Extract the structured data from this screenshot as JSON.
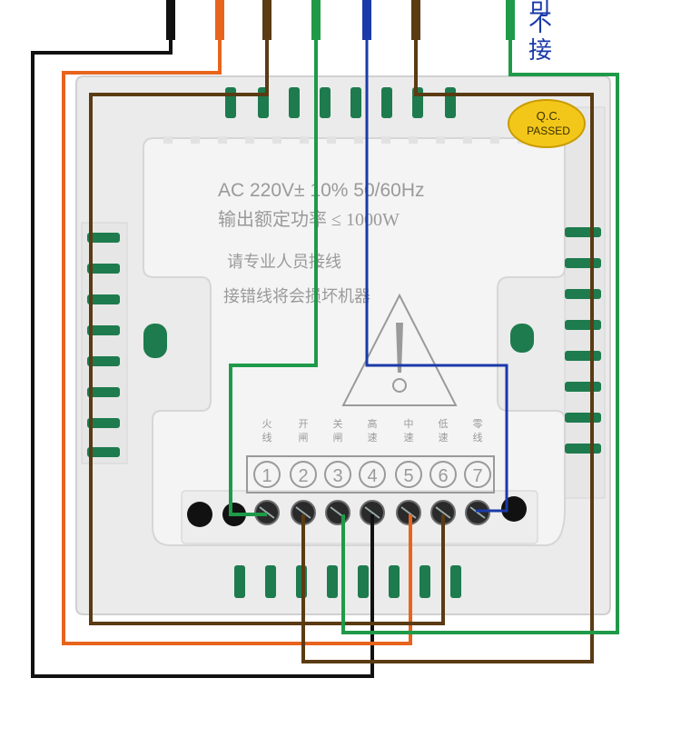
{
  "header_note": {
    "char1": "可",
    "char2": "不",
    "char3": "接",
    "color": "#1a3aa8"
  },
  "qc_badge": {
    "line1": "Q.C.",
    "line2": "PASSED",
    "fill": "#f3c71a"
  },
  "plate_text": {
    "rating_line": "AC 220V± 10% 50/60Hz",
    "power_line": "输出额定功率 ≤ 1000W",
    "warn_line1": "请专业人员接线",
    "warn_line2": "接错线将会损坏机器"
  },
  "terminals": [
    {
      "number": "1",
      "label_top": "火",
      "label_bottom": "线"
    },
    {
      "number": "2",
      "label_top": "开",
      "label_bottom": "闸"
    },
    {
      "number": "3",
      "label_top": "关",
      "label_bottom": "闸"
    },
    {
      "number": "4",
      "label_top": "高",
      "label_bottom": "速"
    },
    {
      "number": "5",
      "label_top": "中",
      "label_bottom": "速"
    },
    {
      "number": "6",
      "label_top": "低",
      "label_bottom": "速"
    },
    {
      "number": "7",
      "label_top": "零",
      "label_bottom": "线"
    }
  ],
  "colors": {
    "panel": "#ececec",
    "panel_edge": "#d2d2d2",
    "vent": "#1e7b4e",
    "wire_black": "#111111",
    "wire_orange": "#e8641c",
    "wire_brown": "#5a3b14",
    "wire_green": "#1f9a48",
    "wire_blue": "#1a3aa8",
    "print_gray": "#9a9a9a"
  }
}
